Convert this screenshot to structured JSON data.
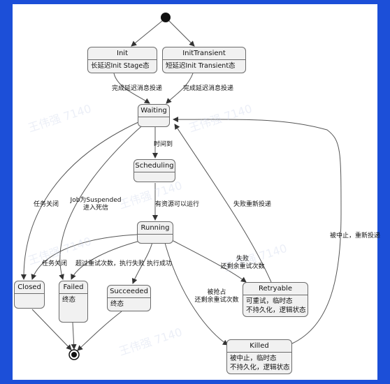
{
  "states": {
    "init": {
      "title": "Init",
      "body": [
        "长延迟Init Stage态"
      ]
    },
    "init_transient": {
      "title": "InitTransient",
      "body": [
        "短延迟Init Transient态"
      ]
    },
    "waiting": {
      "title": "Waiting"
    },
    "scheduling": {
      "title": "Scheduling"
    },
    "running": {
      "title": "Running"
    },
    "closed": {
      "title": "Closed"
    },
    "failed": {
      "title": "Failed",
      "body": [
        "终态"
      ]
    },
    "succeeded": {
      "title": "Succeeded",
      "body": [
        "终态"
      ]
    },
    "retryable": {
      "title": "Retryable",
      "body": [
        "可重试，临时态",
        "不持久化，逻辑状态"
      ]
    },
    "killed": {
      "title": "Killed",
      "body": [
        "被中止，临时态",
        "不持久化，逻辑状态"
      ]
    }
  },
  "transitions": {
    "init_to_waiting": "完成延迟消息投递",
    "init_transient_to_waiting": "完成延迟消息投递",
    "waiting_to_closed": "任务关闭",
    "waiting_to_failed": [
      "Job为Suspended",
      "进入死信"
    ],
    "waiting_to_scheduling": "时间到",
    "scheduling_to_running": "有资源可以运行",
    "retryable_to_waiting": "失败重新投递",
    "killed_to_waiting": "被中止，重新投递",
    "running_to_closed": "任务关闭",
    "running_to_failed": "超过重试次数，执行失败",
    "running_to_succeeded": "执行成功",
    "running_to_retryable": [
      "失败",
      "还剩余重试次数"
    ],
    "running_to_killed": [
      "被抢占",
      "还剩余重试次数"
    ]
  },
  "watermark": "王伟强 7140"
}
